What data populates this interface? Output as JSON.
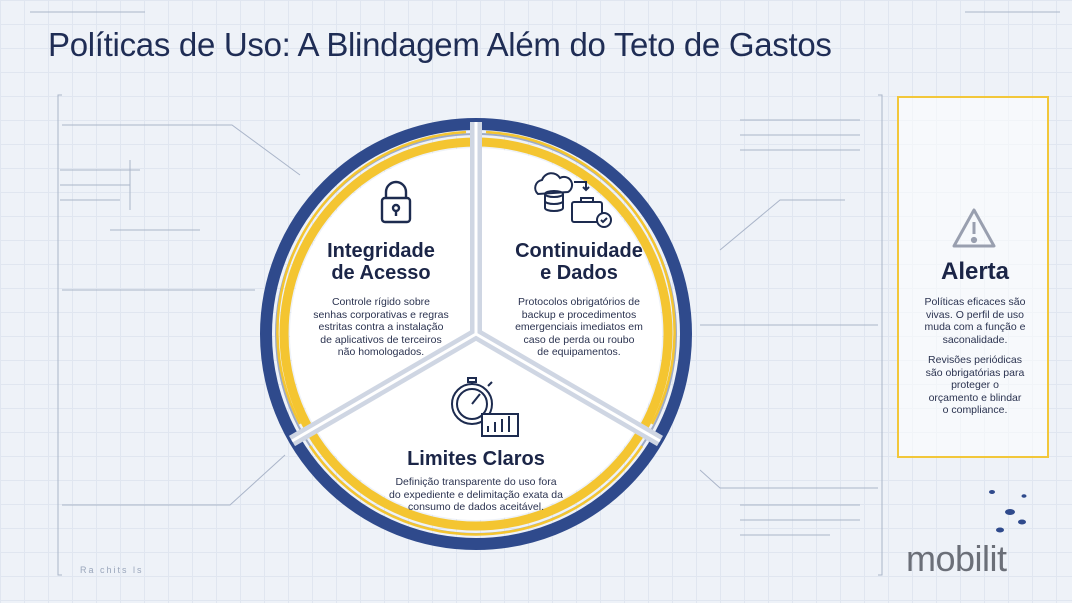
{
  "title": "Políticas de Uso: A Blindagem Além do Teto de Gastos",
  "segments": [
    {
      "icon": "padlock-icon",
      "title_line1": "Integridade",
      "title_line2": "de Acesso",
      "desc_lines": [
        "Controle rígido sobre",
        "senhas corporativas e regras",
        "estritas contra a instalação",
        "de aplicativos de terceiros",
        "não homologados."
      ]
    },
    {
      "icon": "cloud-database-briefcase-icon",
      "title_line1": "Continuidade",
      "title_line2": "e Dados",
      "desc_lines": [
        "Protocolos obrigatórios de",
        "backup e procedimentos",
        "emergenciais imediatos em",
        "caso de perda ou roubo",
        "de equipamentos."
      ]
    },
    {
      "icon": "stopwatch-chart-icon",
      "title_line1": "Limites Claros",
      "title_line2": "",
      "desc_lines": [
        "Definição transparente do uso fora",
        "do expediente e delimitação exata da",
        "consumo de dados aceitável."
      ]
    }
  ],
  "alert": {
    "icon": "warning-triangle-icon",
    "title": "Alerta",
    "para1_lines": [
      "Políticas eficaces são",
      "vivas. O perfil de uso",
      "muda com a função e",
      "saconalidade."
    ],
    "para2_lines": [
      "Revisões periódicas",
      "são obrigatórias para",
      "proteger o",
      "orçamento e blindar",
      "o compliance."
    ]
  },
  "logo": "mobilit",
  "watermark": "Ra chits ls",
  "colors": {
    "navy": "#2f4a8c",
    "gold": "#f4c531",
    "title": "#1f2d55",
    "background": "#eef2f8"
  }
}
